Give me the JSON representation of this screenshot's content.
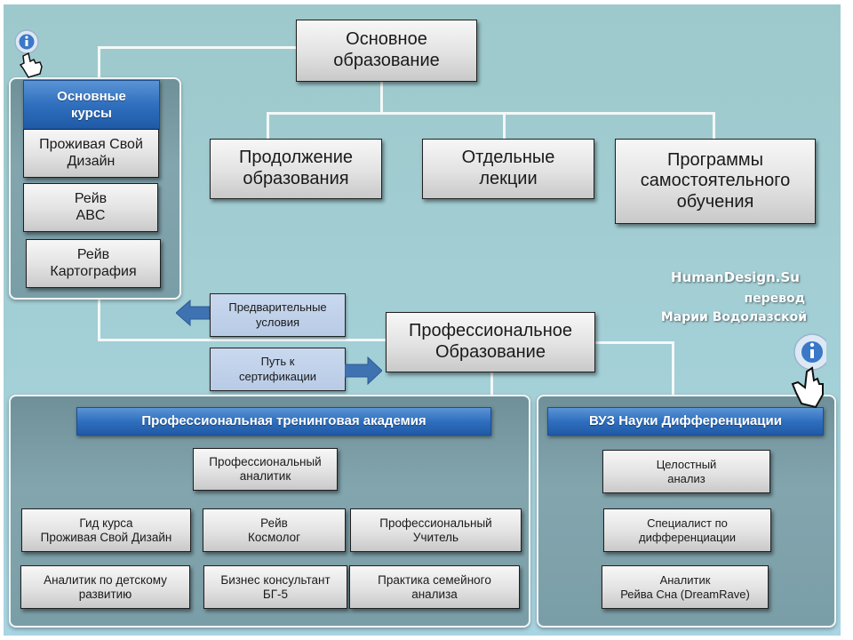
{
  "top": {
    "root": "Основное\nобразование",
    "children": [
      "Продолжение\nобразования",
      "Отдельные\nлекции",
      "Программы\nсамостоятельного\nобучения"
    ]
  },
  "core_courses": {
    "header": "Основные\nкурсы",
    "items": [
      "Проживая Свой\nДизайн",
      "Рейв\nABC",
      "Рейв\nКартография"
    ]
  },
  "arrows": {
    "prerequisites": "Предварительные\nусловия",
    "certification_path": "Путь к\nсертификации"
  },
  "professional": {
    "title": "Профессиональное\nОбразование"
  },
  "credit": {
    "site": "HumanDesign.Su",
    "line2": "перевод",
    "line3": "Марии Водолазской"
  },
  "academy": {
    "header": "Профессиональная тренинговая академия",
    "top_item": "Профессиональный\nаналитик",
    "row1": [
      "Гид курса\nПроживая Свой Дизайн",
      "Рейв\nКосмолог",
      "Профессиональный\nУчитель"
    ],
    "row2": [
      "Аналитик по детскому\nразвитию",
      "Бизнес консультант\nБГ-5",
      "Практика семейного\nанализа"
    ]
  },
  "university": {
    "header": "ВУЗ Науки Дифференциации",
    "items": [
      "Целостный\nанализ",
      "Специалист по\nдифференциации",
      "Аналитик\nРейва Сна (DreamRave)"
    ]
  },
  "colors": {
    "background": "#a3cfd6",
    "header_blue": "#2f6fbe",
    "panel": "#7a9ea7",
    "note_fill": "#c0d1ea",
    "arrow_blue": "#3f72b0"
  }
}
